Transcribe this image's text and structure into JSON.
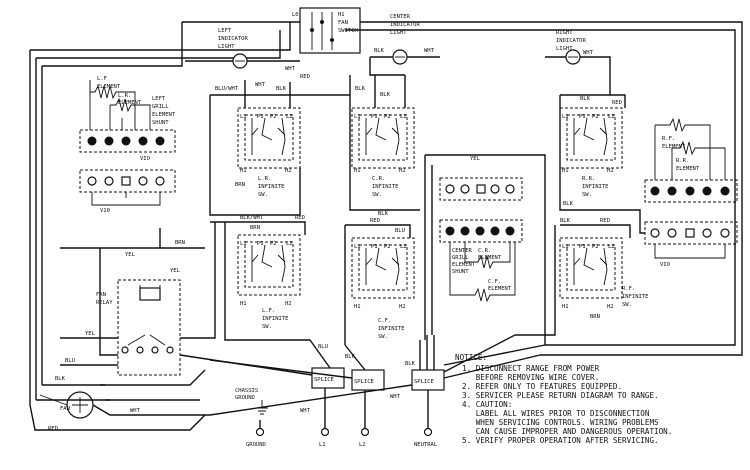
{
  "labels": {
    "fan_switch": [
      "H1",
      "FAN",
      "SWITCH"
    ],
    "fan_switch_l": "L0",
    "left_indicator": [
      "LEFT",
      "INDICATOR",
      "LIGHT"
    ],
    "center_indicator": [
      "CENTER",
      "INDICATOR",
      "LIGHT"
    ],
    "right_indicator": [
      "RIGHT",
      "INDICATOR",
      "LIGHT"
    ],
    "lf_element": [
      "L.F",
      "ELEMENT"
    ],
    "lr_element": [
      "L.R.",
      "ELEMENT"
    ],
    "left_grill": [
      "LEFT",
      "GRILL",
      "ELEMENT",
      "SHUNT"
    ],
    "rf_element": [
      "R.F.",
      "ELEMENT"
    ],
    "rr_element": [
      "R.R.",
      "ELEMENT"
    ],
    "lr_switch": [
      "L.R.",
      "INFINITE",
      "SW."
    ],
    "cr_switch": [
      "C.R.",
      "INFINITE",
      "SW."
    ],
    "rr_switch": [
      "R.R.",
      "INFINITE",
      "SW."
    ],
    "lf_switch": [
      "L.F.",
      "INFINITE",
      "SW."
    ],
    "cf_switch": [
      "C.F.",
      "INFINITE",
      "SW."
    ],
    "rf_switch": [
      "R.F.",
      "INFINITE",
      "SW."
    ],
    "center_grill": [
      "CENTER",
      "GRILL",
      "ELEMENT",
      "SHUNT"
    ],
    "cr_element": [
      "C.R.",
      "ELEMENT"
    ],
    "cf_element": [
      "C.F.",
      "ELEMENT"
    ],
    "fan_relay": [
      "FAN",
      "RELAY"
    ],
    "fan": "FAN",
    "chassis_ground": [
      "CHASSIS",
      "GROUND"
    ],
    "splice": "SPLICE",
    "ground": "GROUND",
    "l1": "L1",
    "l2": "L2",
    "neutral": "NEUTRAL",
    "wire_colors": {
      "blk": "BLK",
      "wht": "WHT",
      "red": "RED",
      "brn": "BRN",
      "yel": "YEL",
      "blu": "BLU",
      "vio": "VIO",
      "bluwht": "BLU/WHT",
      "blkwht": "BLK/WHT"
    },
    "switch_terms": {
      "l1": "L1",
      "p1": "P1",
      "p2": "P2",
      "l2": "L2",
      "h1": "H1",
      "h2": "H2"
    }
  },
  "notice": {
    "title": "NOTICE:",
    "lines": [
      "1. DISCONNECT RANGE FROM POWER",
      "   BEFORE REMOVING WIRE COVER.",
      "2. REFER ONLY TO FEATURES EQUIPPED.",
      "3. SERVICER PLEASE RETURN DIAGRAM TO RANGE.",
      "4. CAUTION:",
      "   LABEL ALL WIRES PRIOR TO DISCONNECTION",
      "   WHEN SERVICING CONTROLS. WIRING PROBLEMS",
      "   CAN CAUSE IMPROPER AND DANGEROUS OPERATION.",
      "5. VERIFY PROPER OPERATION AFTER SERVICING."
    ]
  }
}
